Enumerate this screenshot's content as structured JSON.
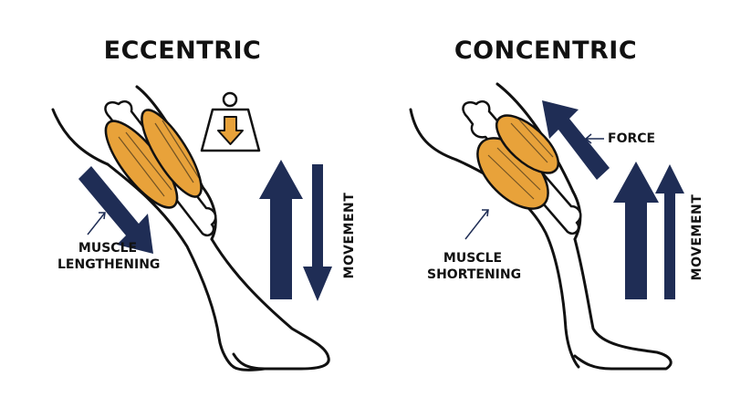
{
  "eccentric": {
    "title": "ECCENTRIC",
    "muscle_label_line1": "MUSCLE",
    "muscle_label_line2": "LENGTHENING",
    "movement_label": "MOVEMENT"
  },
  "concentric": {
    "title": "CONCENTRIC",
    "muscle_label_line1": "MUSCLE",
    "muscle_label_line2": "SHORTENING",
    "force_label": "FORCE",
    "movement_label": "MOVEMENT"
  },
  "colors": {
    "navy": "#1f2d55",
    "muscle": "#e8a23a",
    "outline": "#111111"
  },
  "icons": [
    "weight-icon",
    "down-arrow-icon",
    "up-arrow-icon",
    "diagonal-arrow-icon"
  ]
}
